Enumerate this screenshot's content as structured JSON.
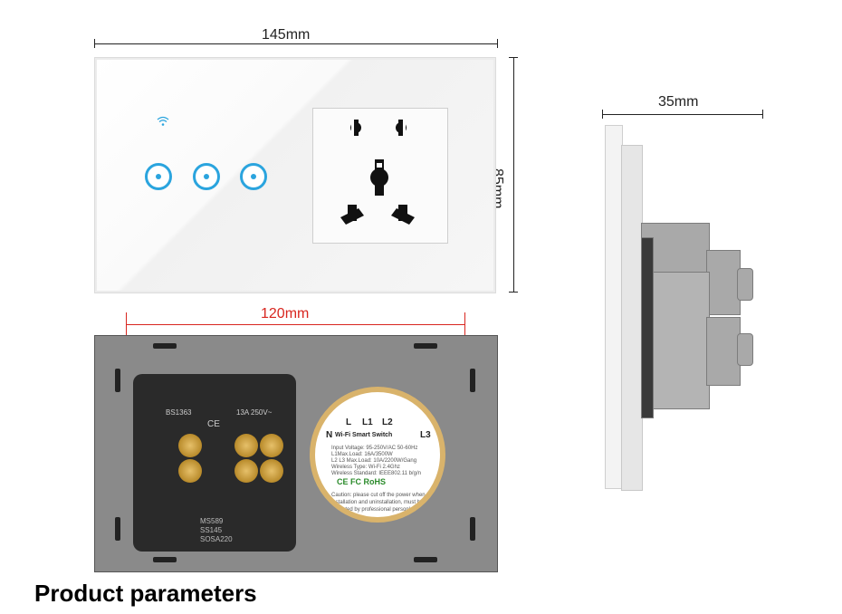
{
  "dimensions": {
    "width_front": "145mm",
    "height_front": "85mm",
    "depth_side": "35mm",
    "mounting_back": "120mm"
  },
  "back_panel": {
    "left_mech": {
      "bs": "BS1363",
      "ce": "CE",
      "rating": "13A 250V~",
      "ms": "MS589",
      "ss": "SS145",
      "sirim": "SOSA220"
    },
    "module": {
      "terminals_top": "N   L  L1 L2",
      "terminal_n": "N",
      "terminal_l": "L",
      "terminal_l1": "L1",
      "terminal_l2": "L2",
      "terminal_l3": "L3",
      "name": "Wi-Fi Smart Switch",
      "spec_1": "Input Voltage: 95-250V/AC 50-60Hz",
      "spec_2": "L1Max.Load: 16A/3500W",
      "spec_3": "L2 L3 Max.Load: 10A/2200W/Gang",
      "spec_4": "Wireless Type: Wi-Fi 2.4Ghz",
      "spec_5": "Wireless Standard: IEEE802.11 b/g/n",
      "certs": "CE FC RoHS",
      "caution": "Caution: please cut off the power when installation and uninstallation, must be operated by professional person!"
    }
  },
  "footer": {
    "title": "Product parameters"
  },
  "colors": {
    "accent_blue": "#2aa4de",
    "red_dimension": "#d8261f"
  }
}
